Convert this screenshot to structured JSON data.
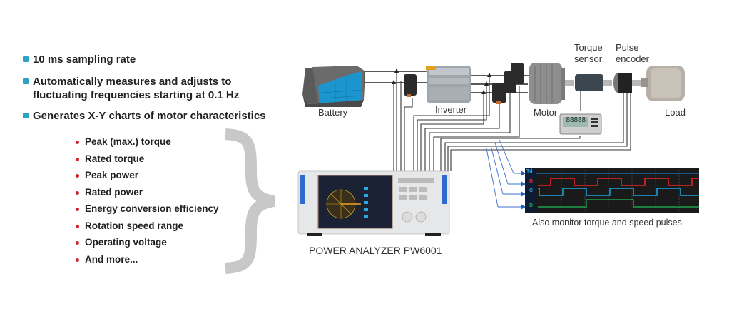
{
  "features": [
    {
      "text": "10 ms sampling rate"
    },
    {
      "text": "Automatically measures and adjusts to",
      "text2": "fluctuating frequencies starting at 0.1 Hz"
    },
    {
      "text": "Generates X-Y charts of motor characteristics"
    }
  ],
  "characteristics": [
    "Peak (max.) torque",
    "Rated torque",
    "Peak power",
    "Rated power",
    "Energy conversion efficiency",
    "Rotation speed range",
    "Operating voltage",
    "And more..."
  ],
  "diagram": {
    "labels": {
      "battery": "Battery",
      "inverter": "Inverter",
      "motor": "Motor",
      "torque_sensor_1": "Torque",
      "torque_sensor_2": "sensor",
      "pulse_encoder_1": "Pulse",
      "pulse_encoder_2": "encoder",
      "load": "Load",
      "analyzer": "POWER ANALYZER PW6001",
      "pulse_caption": "Also monitor torque and speed pulses"
    },
    "torque_meter_display": "88888",
    "waveform_channels": [
      "Td",
      "B",
      "C",
      "D"
    ]
  },
  "colors": {
    "feature_bullet": "#2ba3c4",
    "sub_bullet": "#d4202a",
    "brace": "#c8c8c8",
    "trace_red": "#e8242b",
    "trace_blue": "#19a4e0",
    "trace_green": "#1fa050",
    "scope_bg": "#1a1a1a"
  }
}
